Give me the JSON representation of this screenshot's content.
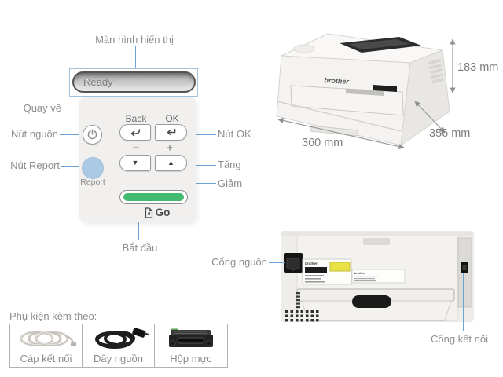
{
  "panel": {
    "screen_label": "Màn hình hiển thị",
    "lcd_text": "Ready",
    "back_btn": "Back",
    "ok_btn": "OK",
    "minus": "−",
    "plus": "+",
    "report_btn": "Report",
    "go_btn": "Go",
    "labels": {
      "back": "Quay về",
      "power": "Nút nguồn",
      "report": "Nút Report",
      "ok": "Nút OK",
      "up": "Tăng",
      "down": "Giảm",
      "start": "Bắt đầu"
    }
  },
  "printer": {
    "brand": "brother",
    "height": "183 mm",
    "depth": "356 mm",
    "width": "360 mm"
  },
  "back_view": {
    "power_port": "Cổng nguồn",
    "connection_port": "Cổng kết nối"
  },
  "accessories": {
    "title": "Phụ kiện kèm theo:",
    "items": [
      {
        "label": "Cáp kết nối"
      },
      {
        "label": "Dây nguồn"
      },
      {
        "label": "Hộp mực"
      }
    ]
  },
  "colors": {
    "annotation_line": "#6ba3d6",
    "label_text": "#8d8d8d",
    "report_button_blue": "#abc9e3",
    "go_green": "#44ba71"
  }
}
